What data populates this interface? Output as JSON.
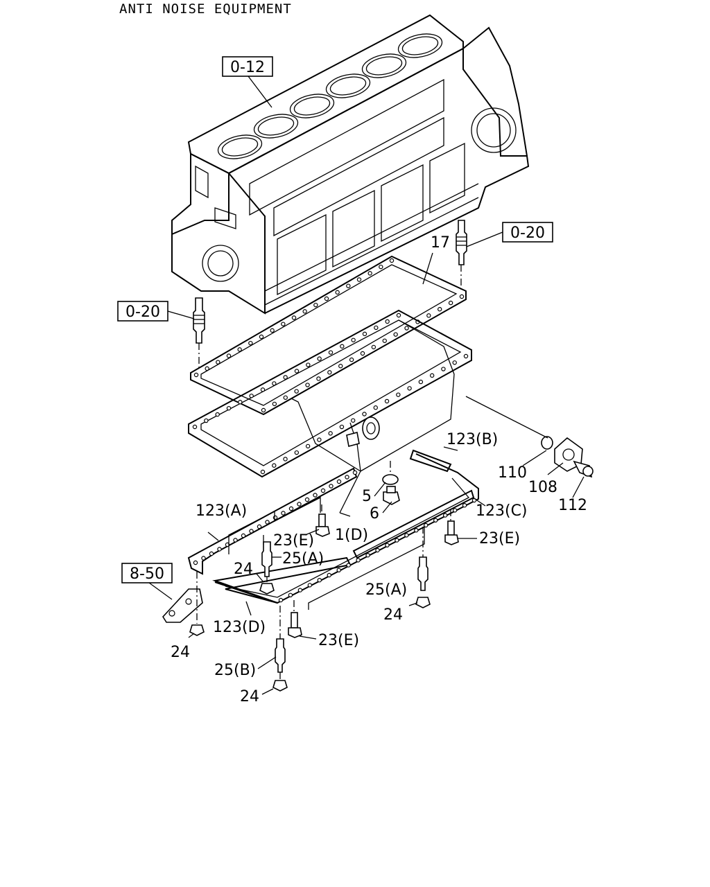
{
  "title": "ANTI NOISE EQUIPMENT",
  "refs": {
    "block": "0-12",
    "stud_right": "0-20",
    "stud_left": "0-20",
    "bracket": "8-50"
  },
  "callouts": {
    "c17": "17",
    "c123b": "123(B)",
    "c110": "110",
    "c108": "108",
    "c112": "112",
    "c5": "5",
    "c6": "6",
    "c1d": "1(D)",
    "c123c": "123(C)",
    "c123a": "123(A)",
    "c23e_1": "23(E)",
    "c25a_1": "25(A)",
    "c23e_2": "23(E)",
    "c24_1": "24",
    "c25a_2": "25(A)",
    "c24_2": "24",
    "c123d": "123(D)",
    "c23e_3": "23(E)",
    "c24_3": "24",
    "c25b": "25(B)",
    "c24_4": "24"
  }
}
